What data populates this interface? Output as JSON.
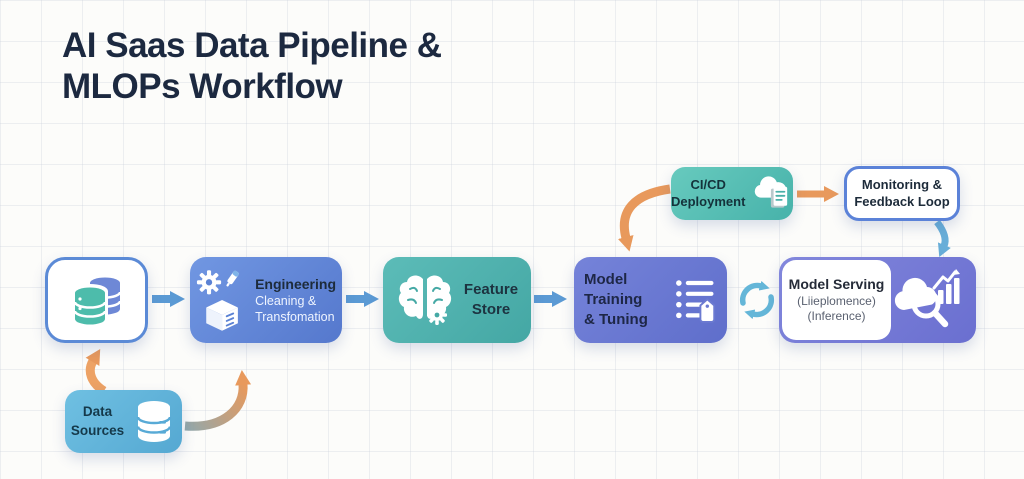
{
  "title": {
    "line1": "AI Saas Data Pipeline &",
    "line2": "MLOPs Workflow"
  },
  "nodes": {
    "source_db": {
      "icon": "database-stack-icon"
    },
    "engineering": {
      "title": "Engineering",
      "subtitle1": "Cleaning &",
      "subtitle2": "Transfomation",
      "icon": "gear-tool-cube-icon"
    },
    "feature_store": {
      "title1": "Feature",
      "title2": "Store",
      "icon": "brain-gear-icon"
    },
    "model_training": {
      "title1": "Model Training",
      "title2": "& Tuning",
      "icon": "checklist-tag-icon"
    },
    "cicd": {
      "title1": "CI/CD",
      "title2": "Deployment",
      "icon": "cloud-document-icon"
    },
    "monitoring": {
      "title1": "Monitoring &",
      "title2": "Feedback Loop"
    },
    "model_serving": {
      "title": "Model Serving",
      "subtitle1": "(Liieplomence)",
      "subtitle2": "(Inference)",
      "icon": "cloud-search-chart-icon"
    },
    "data_sources": {
      "title1": "Data",
      "title2": "Sources",
      "icon": "database-icon"
    }
  },
  "connections": [
    {
      "from": "source_db",
      "to": "engineering",
      "style": "blue-arrow"
    },
    {
      "from": "engineering",
      "to": "feature_store",
      "style": "blue-arrow"
    },
    {
      "from": "feature_store",
      "to": "model_training",
      "style": "blue-arrow"
    },
    {
      "from": "cicd",
      "to": "model_training",
      "style": "orange-curved-arrow"
    },
    {
      "from": "cicd",
      "to": "monitoring",
      "style": "orange-arrow"
    },
    {
      "from": "monitoring",
      "to": "model_serving",
      "style": "lightblue-curved-arrow"
    },
    {
      "from": "data_sources",
      "to": "source_db",
      "style": "orange-curved-arrow"
    },
    {
      "from": "data_sources",
      "to": "engineering",
      "style": "gradient-curved-arrow"
    },
    {
      "between": [
        "model_training",
        "model_serving"
      ],
      "style": "sync-loop-icon"
    }
  ],
  "colors": {
    "background": "#fcfcfa",
    "grid_line": "#d0d5dd",
    "title_text": "#1c2940",
    "engineering_box": "#5f82d4",
    "feature_store_box": "#4fb2ae",
    "model_training_box": "#6b7ad1",
    "model_serving_box": "#757bd6",
    "cicd_box": "#55c0b5",
    "data_sources_box": "#62b4da",
    "white_box_border": "#5b8ad6",
    "monitoring_border": "#5b82d8",
    "blue_arrow": "#5b9ad4",
    "orange_arrow": "#e8995c",
    "lightblue_arrow": "#68aed8",
    "sync_icon": "#64b6d8"
  }
}
